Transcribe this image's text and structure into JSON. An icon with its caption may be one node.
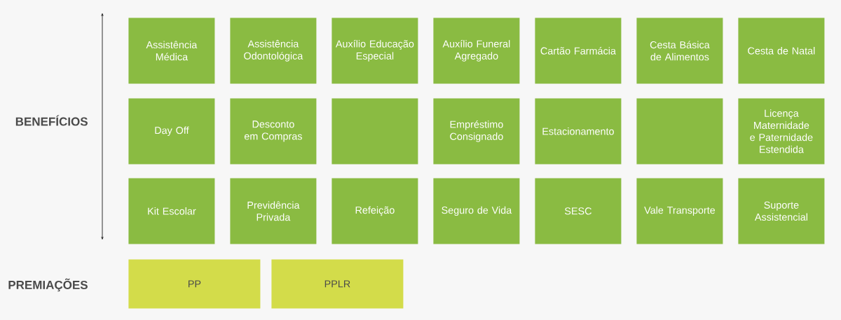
{
  "diagram": {
    "nodes": [
      {
        "text": [
          "Assistência Médica"
        ]
      },
      {
        "text": [
          "Assistência Odontológica"
        ]
      },
      {
        "text": [
          "Auxílio Educação Especial"
        ]
      },
      {
        "text": [
          "Auxílio Funeral Agregado"
        ]
      },
      {
        "text": [
          "Cartão Farmácia"
        ]
      },
      {
        "text": [
          "Cesta Básica de Alimentos"
        ]
      },
      {
        "text": [
          "Cesta de Natal"
        ]
      },
      {
        "text": [
          "Day Off"
        ]
      },
      {
        "text": [
          "Desconto em Compras"
        ]
      },
      {
        "text": [],
        "shape": "box"
      },
      {
        "text": [
          "Empréstimo Consignado"
        ]
      },
      {
        "text": [
          "Estacionamento"
        ]
      },
      {
        "text": [],
        "shape": "box"
      },
      {
        "text": [
          "Licença Maternidade e Paternidade Estendida"
        ]
      },
      {
        "text": [
          "Kit Escolar"
        ]
      },
      {
        "text": [
          "Previdência Privada"
        ]
      },
      {
        "text": [
          "Refeição"
        ]
      },
      {
        "text": [
          "Seguro de Vida"
        ]
      },
      {
        "text": [
          "SESC"
        ]
      },
      {
        "text": [
          "Vale Transporte"
        ]
      },
      {
        "text": [
          "Suporte Assistencial"
        ]
      },
      {
        "text": [
          "PP"
        ]
      },
      {
        "text": [
          "PPLR"
        ]
      }
    ],
    "labels": [
      "BENEFÍCIOS",
      "PREMIAÇÕES"
    ]
  }
}
